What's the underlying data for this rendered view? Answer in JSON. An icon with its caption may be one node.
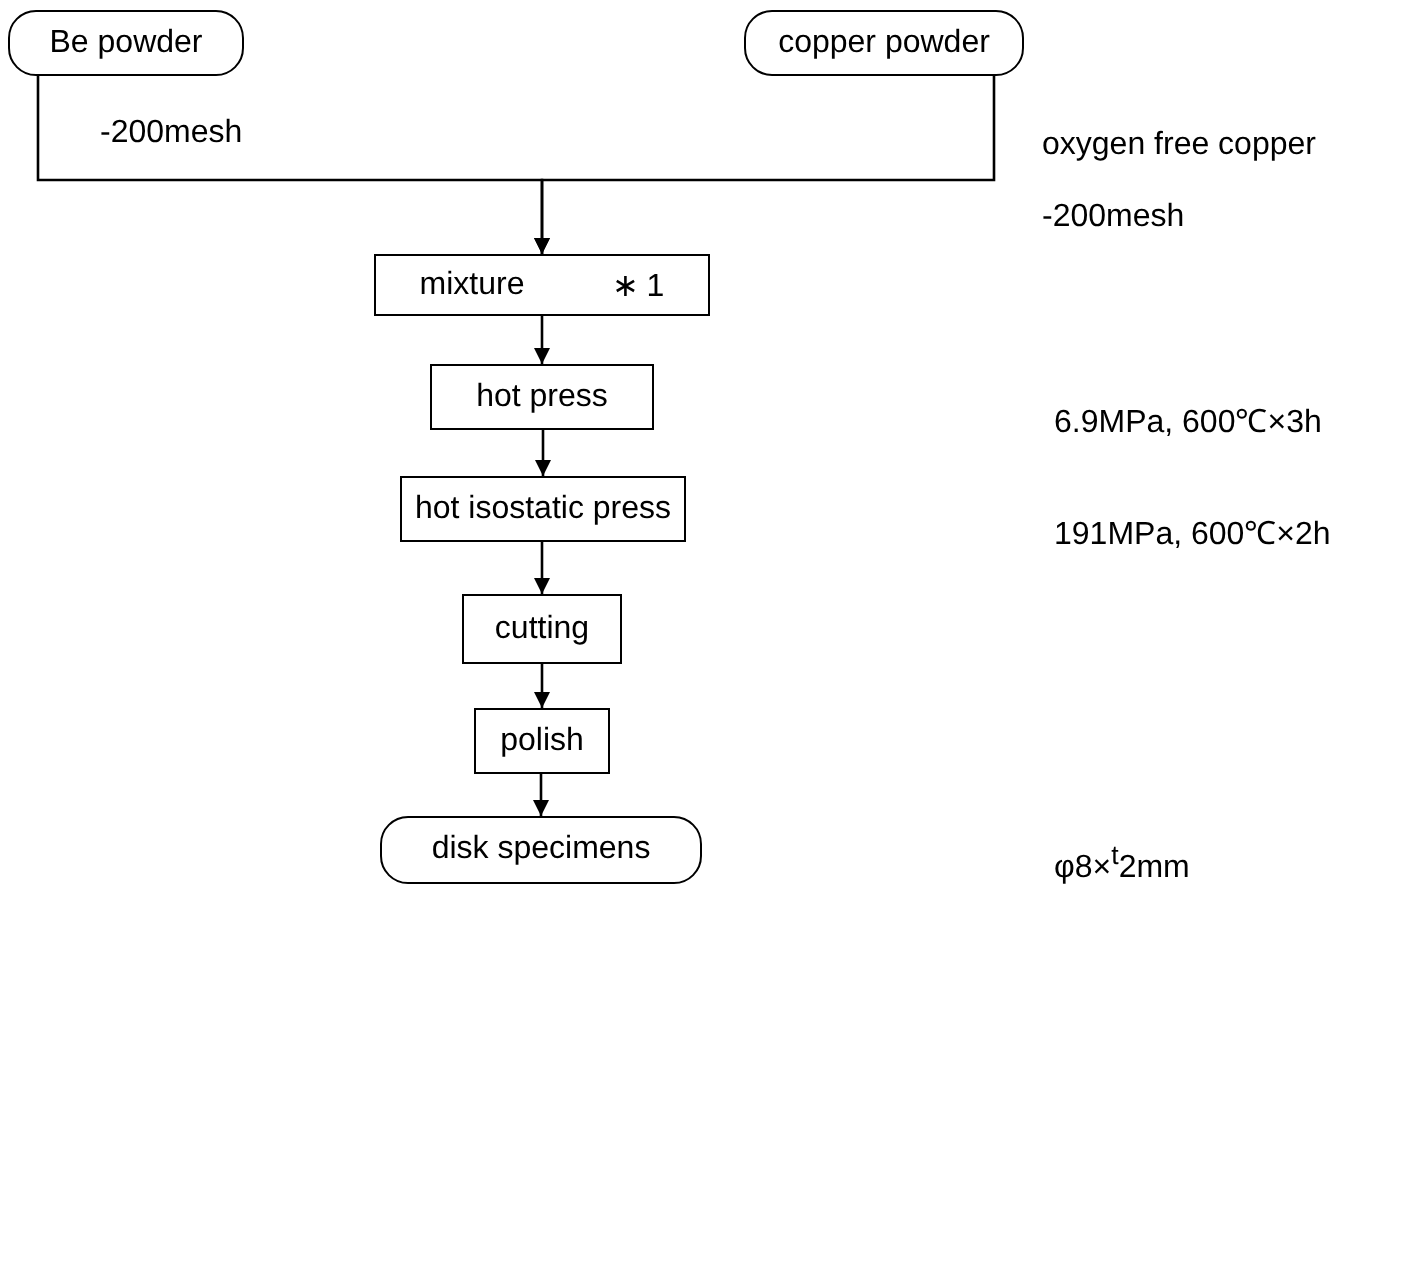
{
  "diagram": {
    "nodes": [
      {
        "text": [
          "Be powder"
        ],
        "beside": [
          "-200mesh"
        ]
      },
      {
        "text": [
          "copper powder"
        ],
        "beside": [
          "oxygen free copper",
          "-200mesh"
        ]
      },
      {
        "text": [
          "mixture",
          "∗ 1"
        ]
      },
      {
        "text": [
          "hot press"
        ]
      },
      {
        "text": [
          "hot isostatic press"
        ]
      },
      {
        "text": [
          "cutting"
        ]
      },
      {
        "text": [
          "polish"
        ]
      },
      {
        "text": [
          "disk specimens"
        ]
      }
    ],
    "labels": [
      "6.9MPa, 600℃×3h",
      "191MPa, 600℃×2h",
      "φ8×$^{t}$2mm"
    ],
    "edges": [
      {
        "from": 0,
        "to": 2,
        "arrow": "to"
      },
      {
        "from": 1,
        "to": 2,
        "arrow": "to"
      },
      {
        "from": 2,
        "to": 3,
        "arrow": "to"
      },
      {
        "from": 3,
        "to": 4,
        "arrow": "to"
      },
      {
        "from": 4,
        "to": 5,
        "arrow": "to"
      },
      {
        "from": 5,
        "to": 6,
        "arrow": "to"
      },
      {
        "from": 6,
        "to": 7,
        "arrow": "to"
      }
    ]
  }
}
